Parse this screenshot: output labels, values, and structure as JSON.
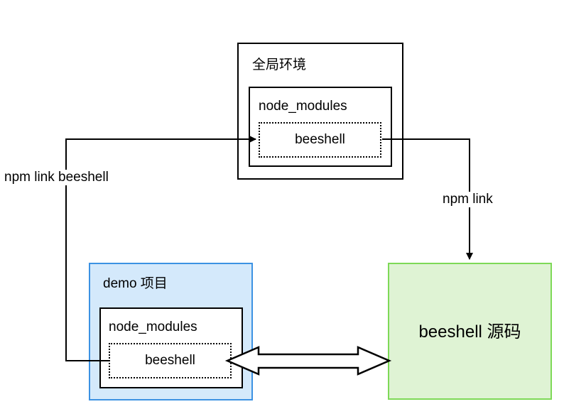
{
  "global_env": {
    "title": "全局环境",
    "node_modules": "node_modules",
    "package": "beeshell"
  },
  "demo_project": {
    "title": "demo 项目",
    "node_modules": "node_modules",
    "package": "beeshell",
    "fill_color": "#d4e9fb",
    "border_color": "#3c92e3"
  },
  "source": {
    "title": "beeshell 源码",
    "fill_color": "#dff3d4",
    "border_color": "#7ed957"
  },
  "edges": {
    "npm_link_beeshell": "npm link beeshell",
    "npm_link": "npm link"
  }
}
